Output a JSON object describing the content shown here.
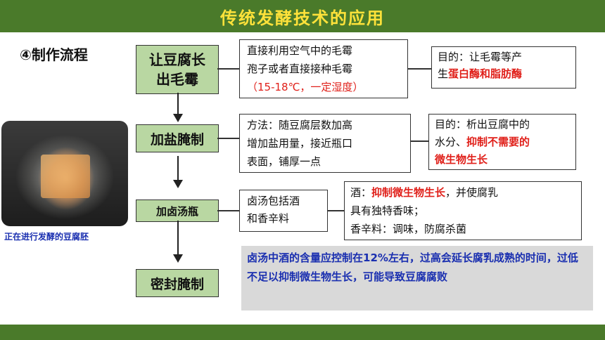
{
  "header": {
    "title": "传统发酵技术的应用"
  },
  "section_label": "④制作流程",
  "photo": {
    "caption": "正在进行发酵的豆腐胚"
  },
  "steps": [
    {
      "line1": "让豆腐长",
      "line2": "出毛霉"
    },
    {
      "label": "加盐腌制"
    },
    {
      "label": "加卤汤瓶"
    },
    {
      "label": "密封腌制"
    }
  ],
  "details": {
    "step1": {
      "line1": "直接利用空气中的毛霉",
      "line2": "孢子或者直接接种毛霉",
      "line3": "（15-18℃，一定湿度）"
    },
    "step1_purpose": {
      "prefix": "目的：让毛霉等产",
      "line2_prefix": "生",
      "highlight": "蛋白酶和脂肪酶"
    },
    "step2": {
      "line1": "方法：随豆腐层数加高",
      "line2": "增加盐用量，接近瓶口",
      "line3": "表面，铺厚一点"
    },
    "step2_purpose": {
      "line1": "目的：析出豆腐中的",
      "line2_prefix": "水分、",
      "highlight1": "抑制不需要的",
      "highlight2": "微生物生长"
    },
    "step3": {
      "line1": "卤汤包括酒",
      "line2": "和香辛料"
    },
    "step3_effect": {
      "prefix": "酒：",
      "highlight": "抑制微生物生长",
      "suffix": "，并使腐乳",
      "line2": "具有独特香味；",
      "line3": "香辛料：调味，防腐杀菌"
    }
  },
  "note": {
    "text": "卤汤中酒的含量应控制在12%左右，过高会延长腐乳成熟的时间，过低不足以抑制微生物生长，可能导致豆腐腐败"
  }
}
